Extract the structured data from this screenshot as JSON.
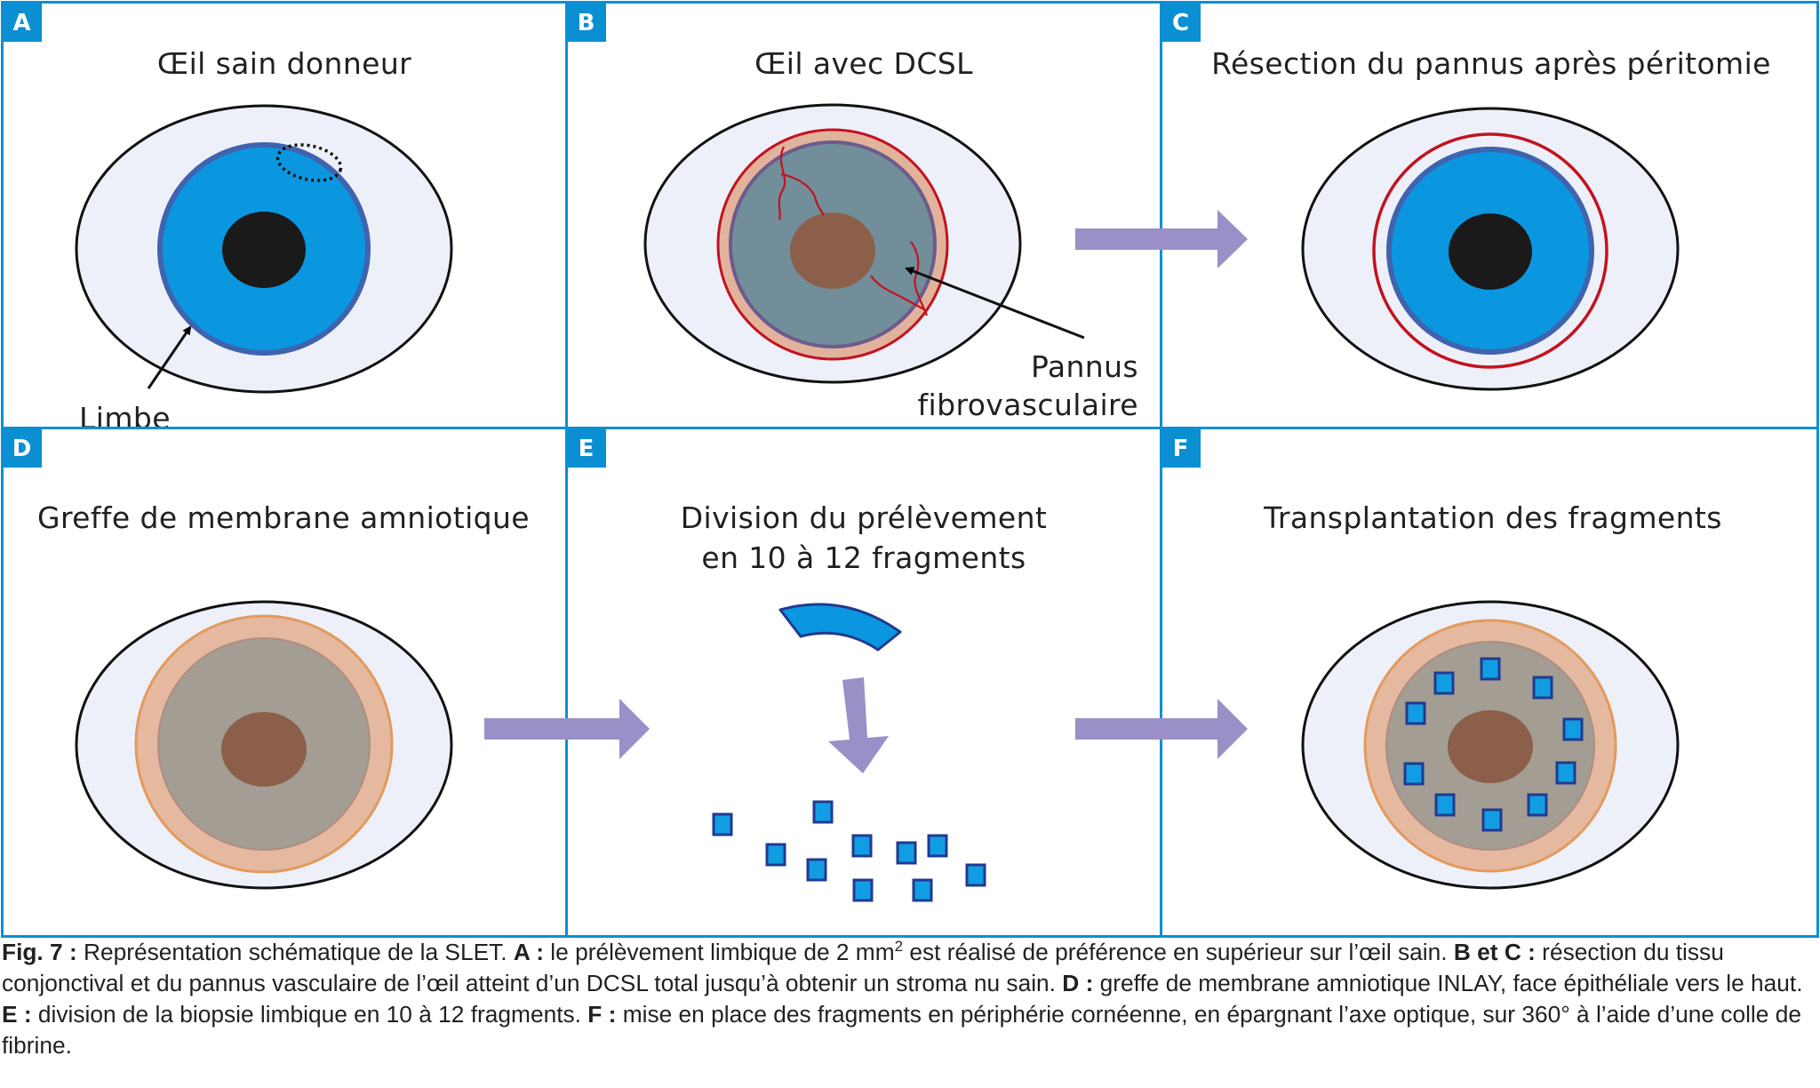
{
  "panels": [
    {
      "letter": "A",
      "title": [
        "Œil sain donneur"
      ]
    },
    {
      "letter": "B",
      "title": [
        "Œil avec DCSL"
      ]
    },
    {
      "letter": "C",
      "title": [
        "Résection du pannus après péritomie"
      ]
    },
    {
      "letter": "D",
      "title": [
        "Greffe de membrane amniotique"
      ]
    },
    {
      "letter": "E",
      "title": [
        "Division du prélèvement",
        "en 10 à 12 fragments"
      ]
    },
    {
      "letter": "F",
      "title": [
        "Transplantation des fragments"
      ]
    }
  ],
  "callouts": {
    "limbe": "Limbe",
    "pannus": [
      "Pannus",
      "fibrovasculaire"
    ]
  },
  "colors": {
    "panel_border": "#0b8fd3",
    "sclera": "#edf0f8",
    "iris": "#0a97e0",
    "iris_border": "#3f63ae",
    "pupil": "#1a1a1a",
    "diseased_cornea": "#728e9a",
    "pannus_ring": "#e2b39c",
    "vessel_red": "#c4121f",
    "amnion_ring": "#e5b9a0",
    "amnion_border": "#e29a5e",
    "amnion_cornea": "#a39d93",
    "pupil_brown": "#8b5f4a",
    "arrow_purple": "#9b8fc8",
    "fragment_fill": "#119de3",
    "fragment_border": "#213a8f"
  },
  "caption": {
    "fig_label": "Fig. 7 :",
    "intro": " Représentation schématique de la SLET. ",
    "a_label": "A :",
    "a_text_1": " le prélèvement limbique de 2 mm",
    "a_sup": "2",
    "a_text_2": " est réalisé de préférence en supérieur sur l’œil sain. ",
    "bc_label": "B et C :",
    "bc_text": " résection du tissu conjonctival et du pannus vasculaire de l’œil atteint d’un DCSL total jusqu’à obtenir un stroma nu sain. ",
    "d_label": "D :",
    "d_text": " greffe de membrane amniotique INLAY, face épithéliale vers le haut. ",
    "e_label": "E :",
    "e_text": " division de la biopsie limbique en 10 à 12 fragments. ",
    "f_label": "F :",
    "f_text": " mise en place des fragments en périphérie cornéenne, en épargnant l’axe optique, sur 360° à l’aide d’une colle de fibrine."
  }
}
